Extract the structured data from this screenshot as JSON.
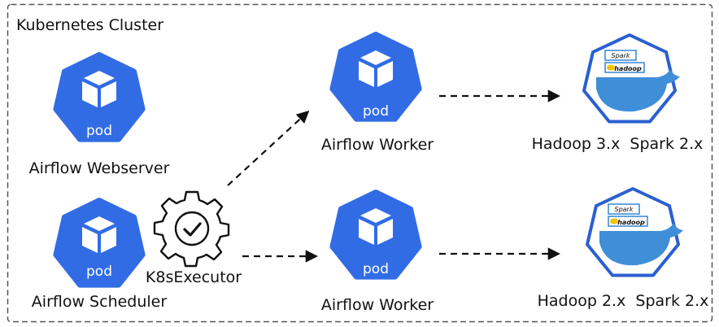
{
  "cluster": {
    "title": "Kubernetes Cluster",
    "border_color": "#555555"
  },
  "colors": {
    "pod_fill": "#326ce5",
    "helm_fill": "#ffffff",
    "helm_stroke": "#2b5fd1",
    "whale": "#3f8ed8",
    "line": "#111111"
  },
  "pods": {
    "webserver": {
      "icon_text": "pod",
      "label": "Airflow Webserver"
    },
    "scheduler": {
      "icon_text": "pod",
      "label": "Airflow Scheduler"
    },
    "worker1": {
      "icon_text": "pod",
      "label": "Airflow Worker"
    },
    "worker2": {
      "icon_text": "pod",
      "label": "Airflow Worker"
    }
  },
  "executor": {
    "label": "K8sExecutor",
    "icon": "gear-check-icon"
  },
  "images": {
    "image1": {
      "label": "Hadoop 3.x  Spark 2.x",
      "spark_text": "Spark",
      "hadoop_text": "hadoop"
    },
    "image2": {
      "label": "Hadoop 2.x  Spark 2.x",
      "spark_text": "Spark",
      "hadoop_text": "hadoop"
    }
  }
}
